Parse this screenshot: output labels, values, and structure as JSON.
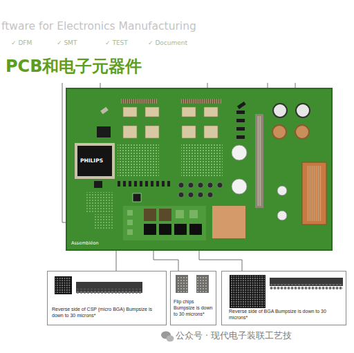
{
  "diagram": {
    "title": "PCB和电子元器件",
    "nodes": [
      {
        "text": [
          "Reverse side of CSP (micro BGA) Bumpsize is down to 30 microns*"
        ]
      },
      {
        "text": [
          "Flip chips Bumpsize is down to 30 microns*"
        ]
      },
      {
        "text": [
          "Reverse side of BGA Bumpsize is down to 30 microns*"
        ]
      }
    ],
    "labels": [
      "ftware for Electronics Manufacturing",
      "✓ DFM",
      "✓ SMT",
      "✓ TEST",
      "✓ Document",
      "PHILIPS",
      "Assembléon",
      "公众号 · 现代电子装联工艺技"
    ]
  }
}
